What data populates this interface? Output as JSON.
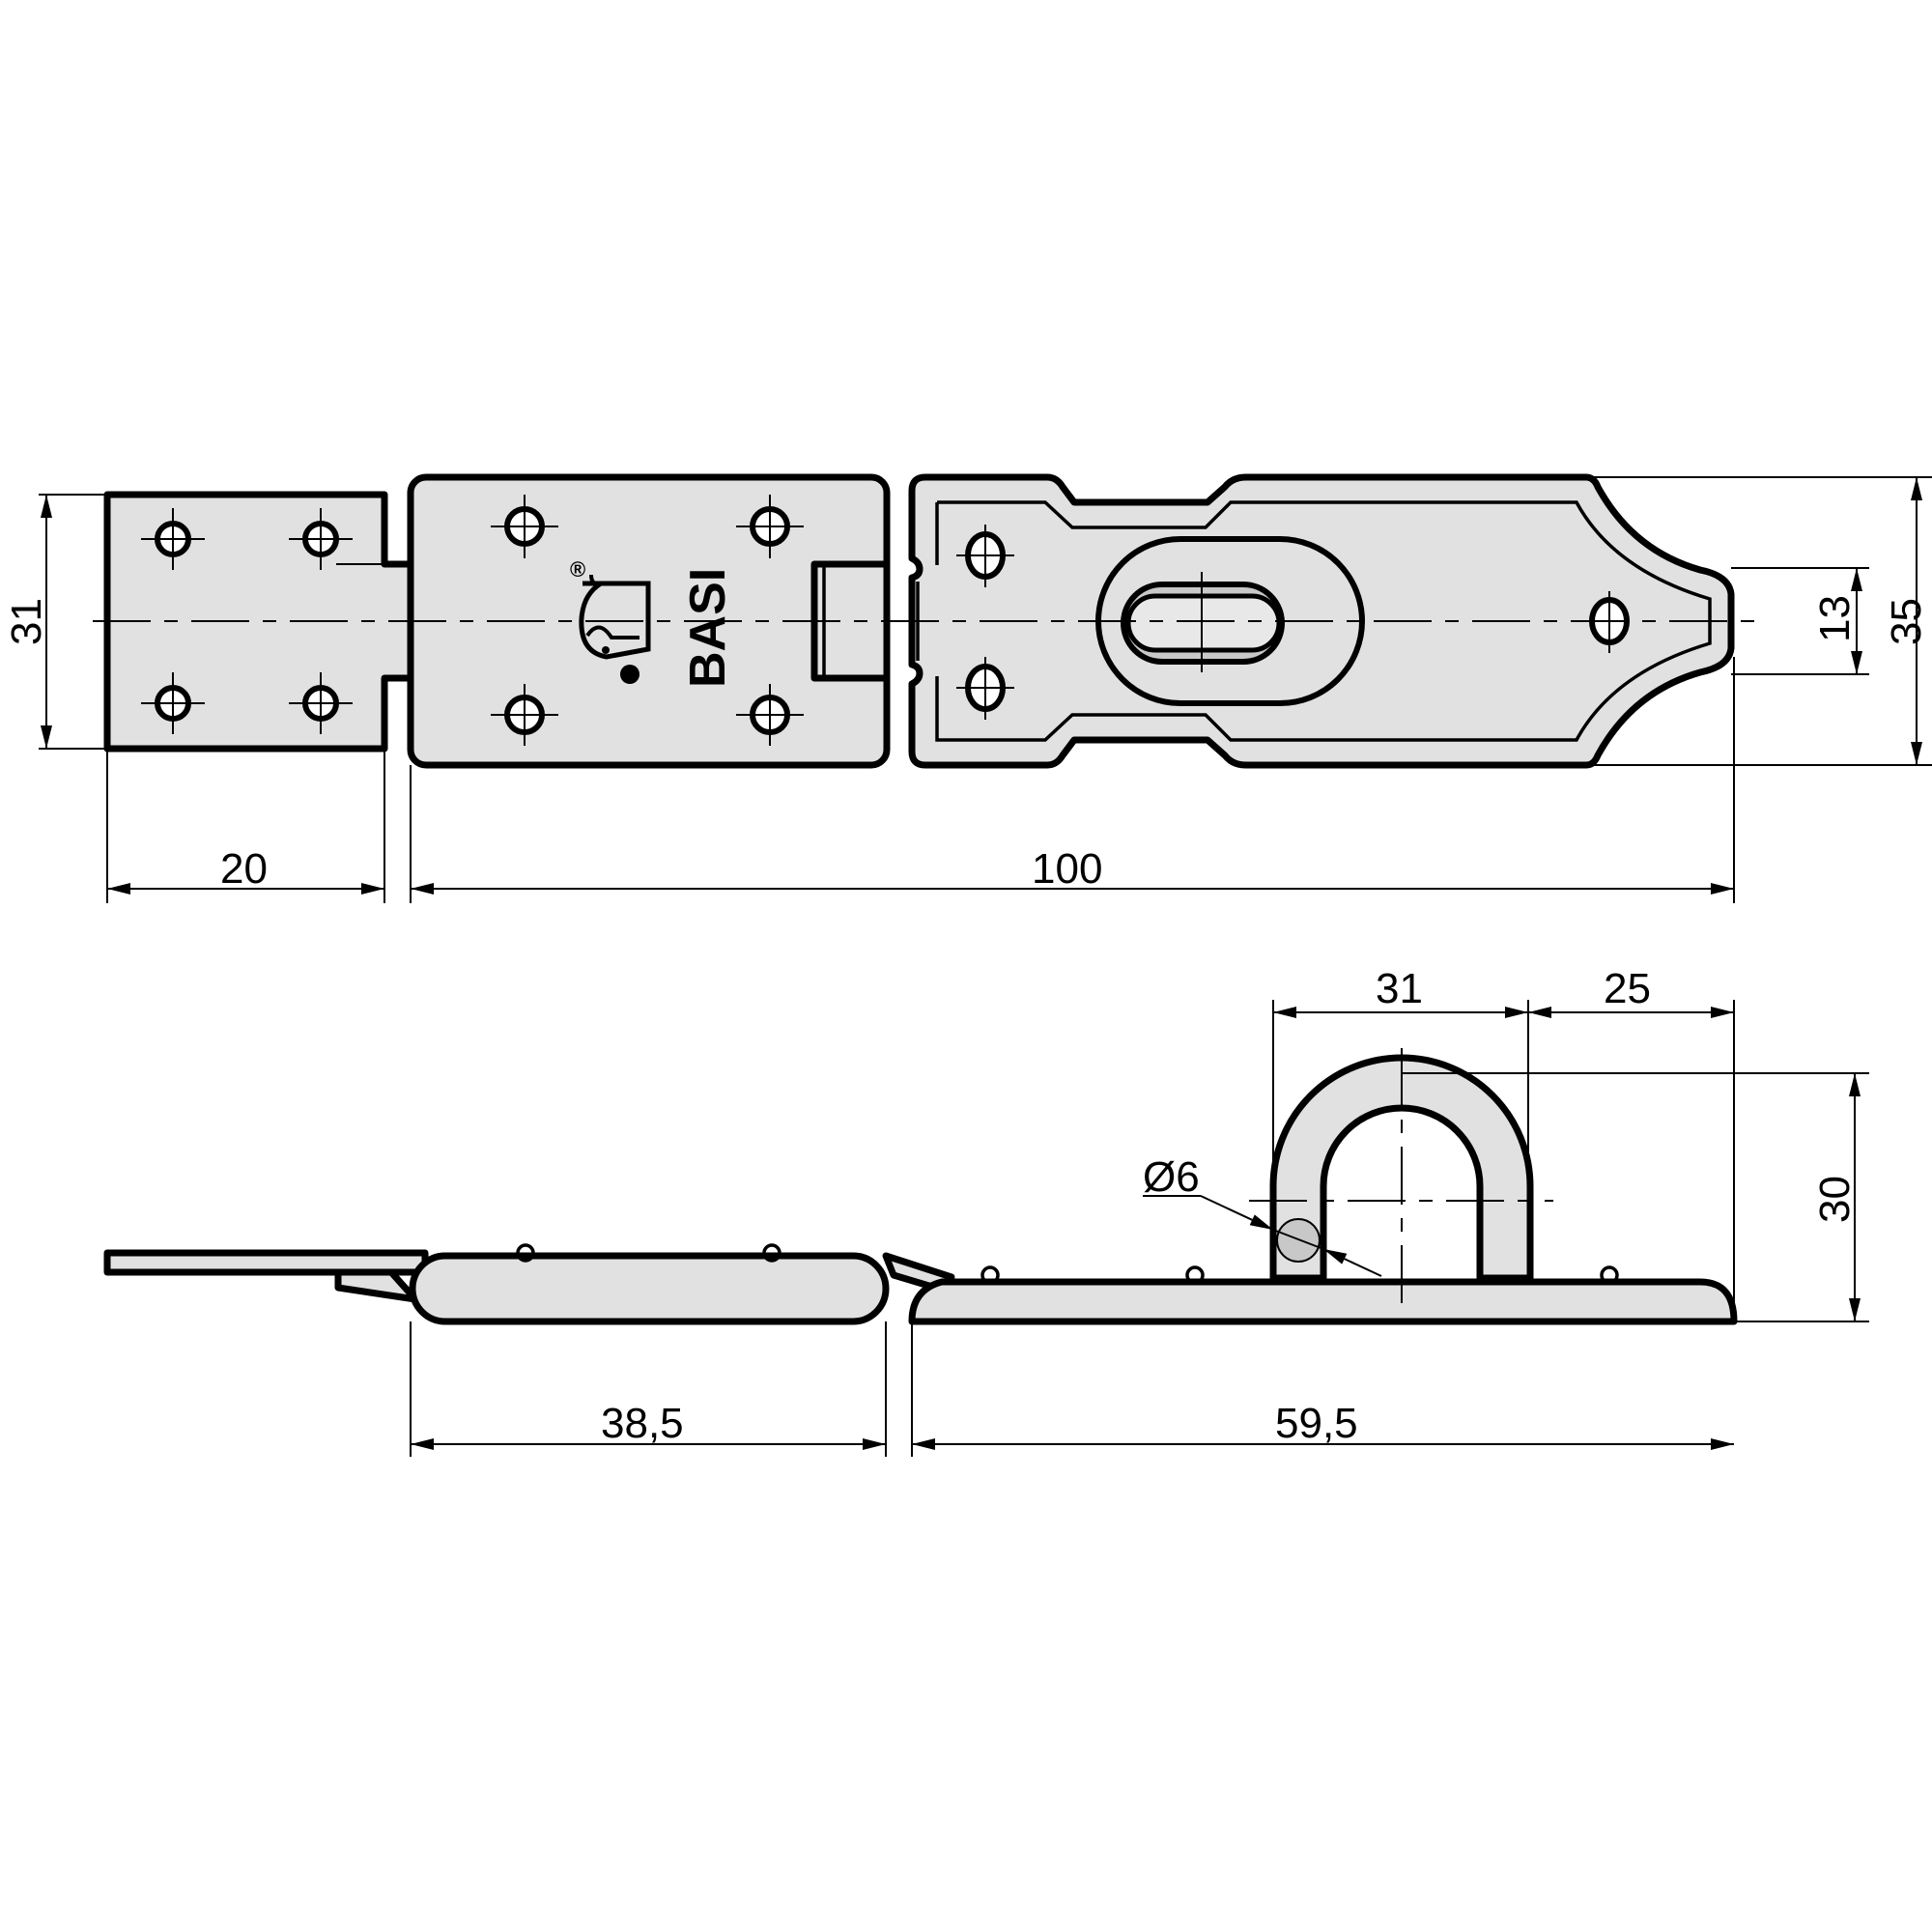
{
  "drawing": {
    "brand": "BASI",
    "registered_mark": "®",
    "top_view": {
      "dimensions": {
        "height_left": "31",
        "width_left": "20",
        "overall_length": "100",
        "slot_height": "13",
        "height_right": "35"
      }
    },
    "side_view": {
      "dimensions": {
        "staple_width": "31",
        "staple_offset": "25",
        "staple_height": "30",
        "wire_diameter": "Ø6",
        "hinge_plate_length": "38,5",
        "hasp_plate_length": "59,5"
      }
    },
    "colors": {
      "part_fill": "#e1e1e1",
      "section_fill": "#c8c8c8",
      "line": "#000000",
      "background": "#ffffff"
    }
  }
}
